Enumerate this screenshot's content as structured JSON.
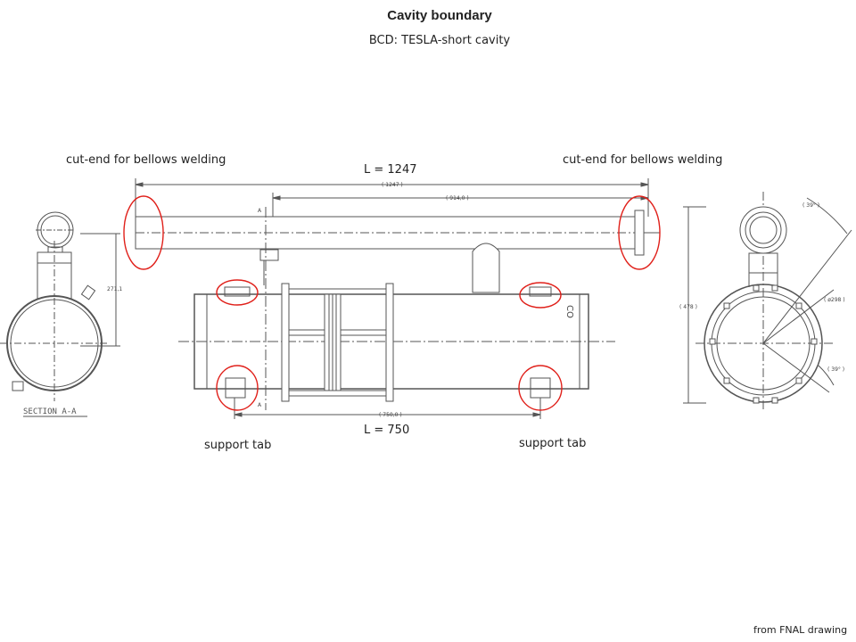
{
  "title": "Cavity boundary",
  "subtitle": "BCD: TESLA-short cavity",
  "annotations": {
    "cut_end_left": "cut-end for bellows welding",
    "cut_end_right": "cut-end for bellows welding",
    "length_overall": "L = 1247",
    "length_vessel": "L = 750",
    "support_tab_left": "support tab",
    "support_tab_right": "support tab"
  },
  "drawing_text": {
    "dim_1247": "( 1247 )",
    "dim_914": "( 914,0 )",
    "dim_750": "( 750,0 )",
    "dim_271": "271,1",
    "dim_478": "( 478 )",
    "dim_39_top": "( 39° )",
    "dim_39_bottom": "( 39° )",
    "dim_298": "( ø298 )",
    "section_marker": "A",
    "section_label": "SECTION A-A",
    "pipe_mark": "CO"
  },
  "credit": "from FNAL drawing",
  "colors": {
    "highlight": "#e0201a",
    "drawing": "#555555"
  }
}
